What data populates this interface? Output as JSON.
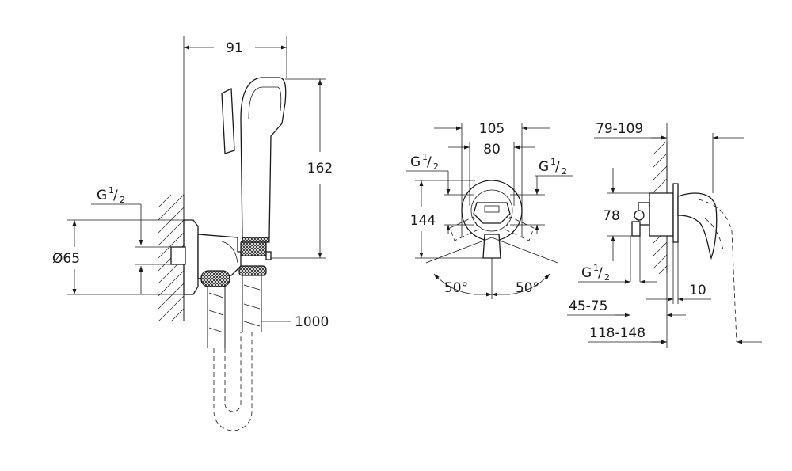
{
  "left_view": {
    "width": "91",
    "height": "162",
    "thread": {
      "letter": "G",
      "num": "1",
      "den": "2"
    },
    "diameter": "Ø65",
    "hose_length": "1000"
  },
  "middle_view": {
    "outer_width": "105",
    "inner_width": "80",
    "height": "144",
    "thread_left": {
      "letter": "G",
      "num": "1",
      "den": "2"
    },
    "thread_right": {
      "letter": "G",
      "num": "1",
      "den": "2"
    },
    "angle_left": "50°",
    "angle_right": "50°"
  },
  "right_view": {
    "depth_range_top": "79-109",
    "height": "78",
    "thread": {
      "letter": "G",
      "num": "1",
      "den": "2"
    },
    "depth_small": "10",
    "depth_range_mid": "45-75",
    "depth_range_bottom": "118-148"
  }
}
